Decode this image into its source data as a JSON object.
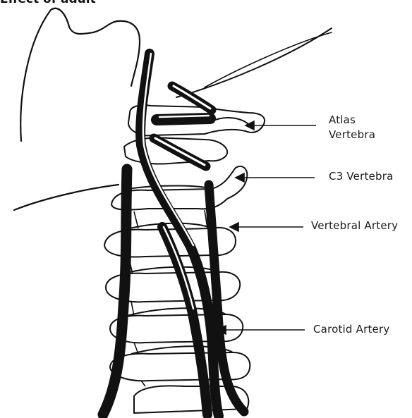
{
  "clipped_title": "Effect of adult",
  "labels": {
    "atlas": [
      "Atlas",
      "Vertebra"
    ],
    "c3": "C3 Vertebra",
    "vertebral": "Vertebral Artery",
    "carotid": "Carotid Artery"
  },
  "colors": {
    "ink": "#111111",
    "bone_fill": "#ffffff",
    "background": "#ffffff"
  }
}
